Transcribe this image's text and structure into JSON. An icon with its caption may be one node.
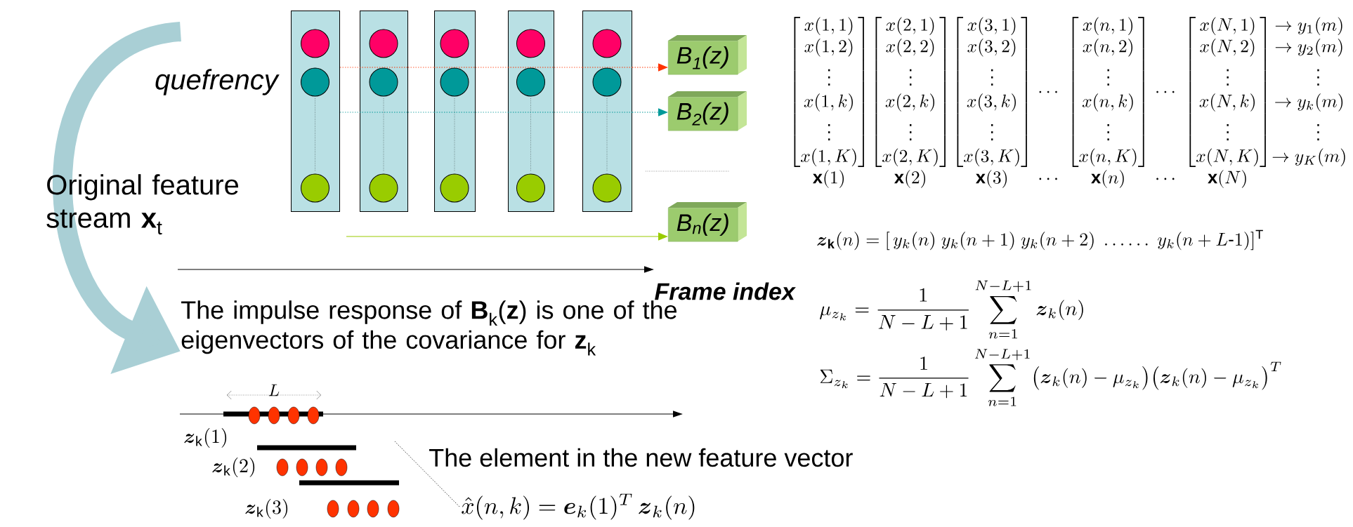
{
  "diagram": {
    "nodes": [
      {
        "text": [],
        "shape": "box"
      },
      {
        "text": [],
        "shape": "box"
      },
      {
        "text": [],
        "shape": "box"
      },
      {
        "text": [],
        "shape": "box"
      },
      {
        "text": [],
        "shape": "box"
      },
      {
        "text": [
          "B$_{1}$(z)"
        ]
      },
      {
        "text": [
          "B$_{2}$(z)"
        ]
      },
      {
        "text": [
          "B$_{n}$(z)"
        ]
      },
      {
        "text": [
          "The impulse response of **B**$_{k}$(**z**) is one of the eigenvectors of the covariance for **z**$_{k}$"
        ]
      },
      {
        "text": [
          "\\hat{x}(n,k)=\\boldsymbol{e}_k(1)^T\\,\\boldsymbol{z}_k(n)"
        ]
      }
    ],
    "edges": [
      {
        "from": 0,
        "to": 1,
        "arrow": "none",
        "style": "dashed",
        "color": "#ff3300"
      },
      {
        "from": 1,
        "to": 2,
        "arrow": "none",
        "style": "dashed",
        "color": "#ff3300"
      },
      {
        "from": 2,
        "to": 3,
        "arrow": "none",
        "style": "dashed",
        "color": "#ff3300"
      },
      {
        "from": 3,
        "to": 4,
        "arrow": "none",
        "style": "dashed",
        "color": "#ff3300"
      },
      {
        "from": 4,
        "to": 5,
        "arrow": "to",
        "style": "dashed",
        "color": "#ff3300"
      },
      {
        "from": 0,
        "to": 1,
        "arrow": "none",
        "style": "dashed",
        "color": "#009999"
      },
      {
        "from": 1,
        "to": 2,
        "arrow": "none",
        "style": "dashed",
        "color": "#009999"
      },
      {
        "from": 2,
        "to": 3,
        "arrow": "none",
        "style": "dashed",
        "color": "#009999"
      },
      {
        "from": 3,
        "to": 4,
        "arrow": "none",
        "style": "dashed",
        "color": "#009999"
      },
      {
        "from": 4,
        "to": 6,
        "arrow": "to",
        "style": "dashed",
        "color": "#009999"
      },
      {
        "from": null,
        "to": 7,
        "arrow": "to",
        "color": "#99cc00"
      },
      {
        "from": null,
        "to": 8,
        "arrow": "to",
        "style": "thick",
        "color": "#a9cfd5"
      },
      {
        "from": 9,
        "to": null,
        "arrow": "none",
        "style": "dashed",
        "color": "#000000"
      }
    ],
    "labels": [
      "quefrency",
      "Original feature stream **x**$_{t}$",
      "Frame index",
      "\\begin{array}{@{}c@{}c@{}c@{\\;}c@{\\;}c@{\\;}c@{\\;}c@{}l@{}}\\begin{bmatrix}x(1,1)\\\\x(1,2)\\\\\\vdots\\\\x(1,k)\\\\\\vdots\\\\x(1,K)\\end{bmatrix}&\\begin{bmatrix}x(2,1)\\\\x(2,2)\\\\\\vdots\\\\x(2,k)\\\\\\vdots\\\\x(2,K)\\end{bmatrix}&\\begin{bmatrix}x(3,1)\\\\x(3,2)\\\\\\vdots\\\\x(3,k)\\\\\\vdots\\\\x(3,K)\\end{bmatrix}&\\cdots&\\begin{bmatrix}x(n,1)\\\\x(n,2)\\\\\\vdots\\\\x(n,k)\\\\\\vdots\\\\x(n,K)\\end{bmatrix}&\\cdots&\\begin{bmatrix}x(N,1)\\\\x(N,2)\\\\\\vdots\\\\x(N,k)\\\\\\vdots\\\\x(N,K)\\end{bmatrix}&\\begin{matrix}\\to y_1(m)\\\\\\to y_2(m)\\\\\\quad\\vdots\\\\\\to y_k(m)\\\\\\quad\\vdots\\\\\\to y_K(m)\\end{matrix}\\\\\\mathbf{x}(1)&\\mathbf{x}(2)&\\mathbf{x}(3)&\\cdots&\\mathbf{x}(n)&\\cdots&\\mathbf{x}(N)&\\end{array}",
      "\\boldsymbol{z}_{\\mathbf{k}}(n)=[\\,y_k(n)\\ y_k(n+1)\\ y_k(n+2)\\ \\ldots\\ldots\\ y_k(n+L\\text{-}1)]^{\\mathrm{T}}",
      "\\mu_{z_k}=\\frac{1}{N-L+1}\\sum_{n=1}^{N-L+1}\\boldsymbol{z}_k(n)",
      "\\Sigma_{z_k}=\\frac{1}{N-L+1}\\sum_{n=1}^{N-L+1}\\bigl(\\boldsymbol{z}_k(n)-\\mu_{z_k}\\bigr)\\bigl(\\boldsymbol{z}_k(n)-\\mu_{z_k}\\bigr)^T",
      "L",
      "\\boldsymbol{z}_{\\mathrm{k}}(1)",
      "\\boldsymbol{z}_{\\mathrm{k}}(2)",
      "\\boldsymbol{z}_{\\mathrm{k}}(3)",
      "The element in the new feature vector"
    ]
  }
}
